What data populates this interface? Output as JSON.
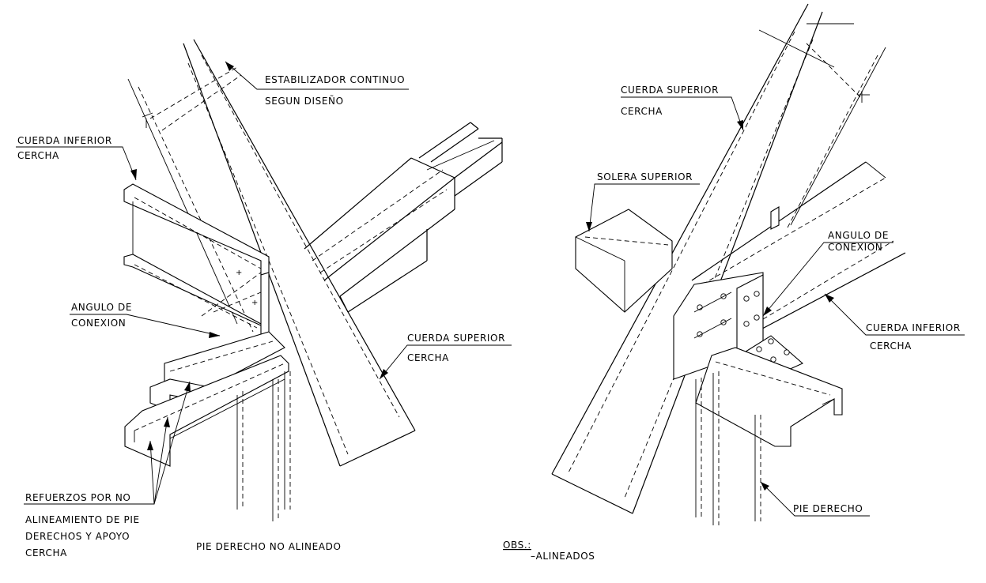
{
  "left_detail": {
    "stabilizer_label_line1": "ESTABILIZADOR CONTINUO",
    "stabilizer_label_line2": "SEGUN DISEÑO",
    "bottom_chord_line1": "CUERDA INFERIOR",
    "bottom_chord_line2": "CERCHA",
    "angle_line1": "ANGULO DE",
    "angle_line2": "CONEXION",
    "top_chord_line1": "CUERDA SUPERIOR",
    "top_chord_line2": "CERCHA",
    "reinforcement_line1": "REFUERZOS POR NO",
    "reinforcement_line2": "ALINEAMIENTO DE PIE",
    "reinforcement_line3": "DERECHOS Y APOYO",
    "reinforcement_line4": "CERCHA",
    "caption": "PIE DERECHO NO ALINEADO"
  },
  "right_detail": {
    "top_chord_line1": "CUERDA SUPERIOR",
    "top_chord_line2": "CERCHA",
    "top_plate_label": "SOLERA SUPERIOR",
    "angle_line1": "ANGULO DE",
    "angle_line2": "CONEXION",
    "bottom_chord_line1": "CUERDA INFERIOR",
    "bottom_chord_line2": "CERCHA",
    "stud_label": "PIE DERECHO",
    "obs_label": "OBS.:",
    "obs_text": "–ALINEADOS"
  }
}
